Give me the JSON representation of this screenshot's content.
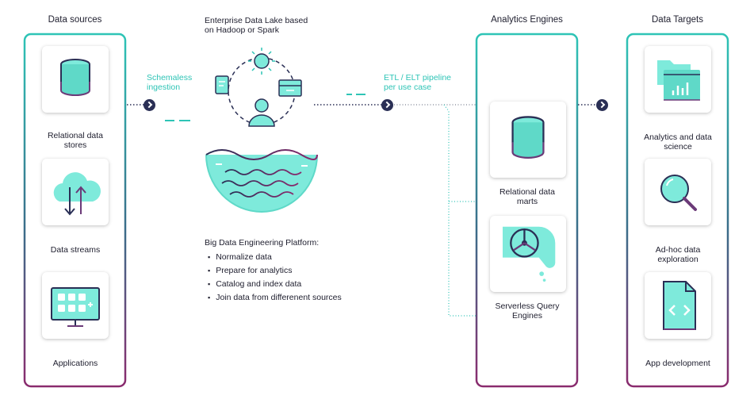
{
  "columns": {
    "sources": {
      "title": "Data sources",
      "items": [
        "Relational data stores",
        "Data streams",
        "Applications"
      ]
    },
    "analytics": {
      "title": "Analytics Engines",
      "items": [
        "Relational data marts",
        "Serverless Query Engines"
      ]
    },
    "targets": {
      "title": "Data Targets",
      "items": [
        "Analytics and data science",
        "Ad-hoc data exploration",
        "App development"
      ]
    }
  },
  "lake": {
    "title_line1": "Enterprise Data Lake based",
    "title_line2": "on Hadoop or Spark",
    "platform_title": "Big Data Engineering Platform:",
    "bullets": [
      "Normalize data",
      "Prepare for analytics",
      "Catalog and index data",
      "Join data from differenent sources"
    ]
  },
  "flows": {
    "ingestion_line1": "Schemaless",
    "ingestion_line2": "ingestion",
    "pipeline_line1": "ETL / ELT pipeline",
    "pipeline_line2": "per use case"
  },
  "colors": {
    "teal": "#2ec4b6",
    "light_teal": "#7eeadb",
    "navy": "#2a2f55",
    "purple": "#8a2b6e"
  }
}
